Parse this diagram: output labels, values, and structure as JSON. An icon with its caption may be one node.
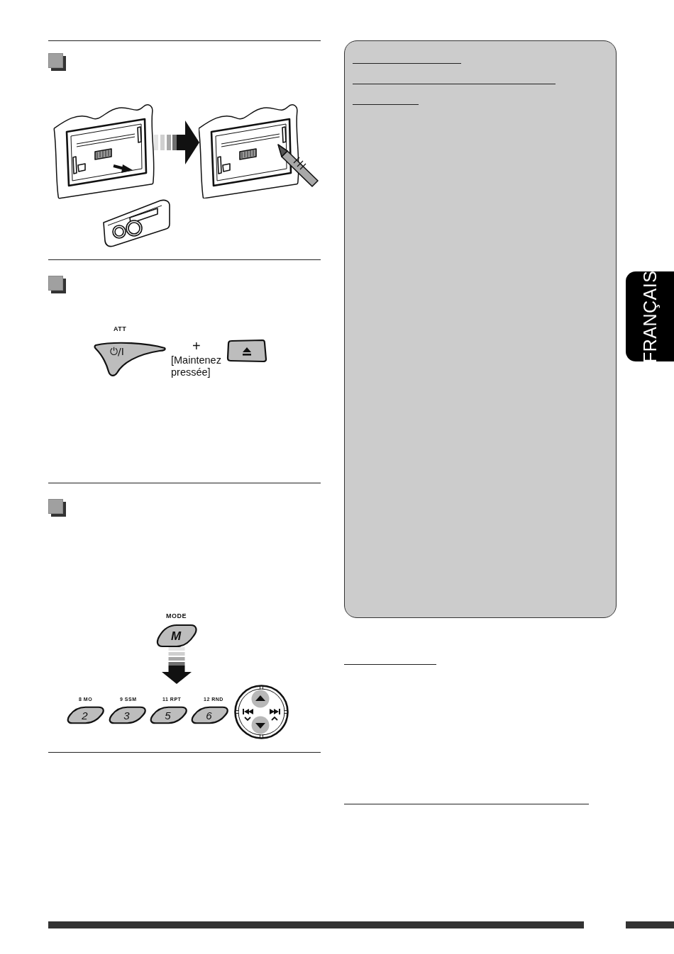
{
  "diagram": {
    "nodes": [
      {
        "text": [],
        "shape": "picture"
      },
      {
        "text": [],
        "shape": "picture"
      },
      {
        "text": [
          "ATT",
          "⏻/I"
        ]
      },
      {
        "text": [],
        "shape": "button"
      },
      {
        "text": [
          "MODE",
          "M"
        ]
      },
      {
        "text": [
          "8 MO",
          "2"
        ]
      },
      {
        "text": [
          "9 SSM",
          "3"
        ]
      },
      {
        "text": [
          "11 RPT",
          "5"
        ]
      },
      {
        "text": [
          "12 RND",
          "6"
        ]
      },
      {
        "text": [],
        "shape": "circle"
      },
      {
        "text": [
          "FRANÇAIS"
        ]
      }
    ],
    "edges": [
      {
        "from": 0,
        "to": 1,
        "arrow": "to"
      },
      {
        "from": 4,
        "to": null,
        "arrow": "to"
      }
    ],
    "labels": [
      "+",
      "[Maintenez pressée]"
    ]
  }
}
